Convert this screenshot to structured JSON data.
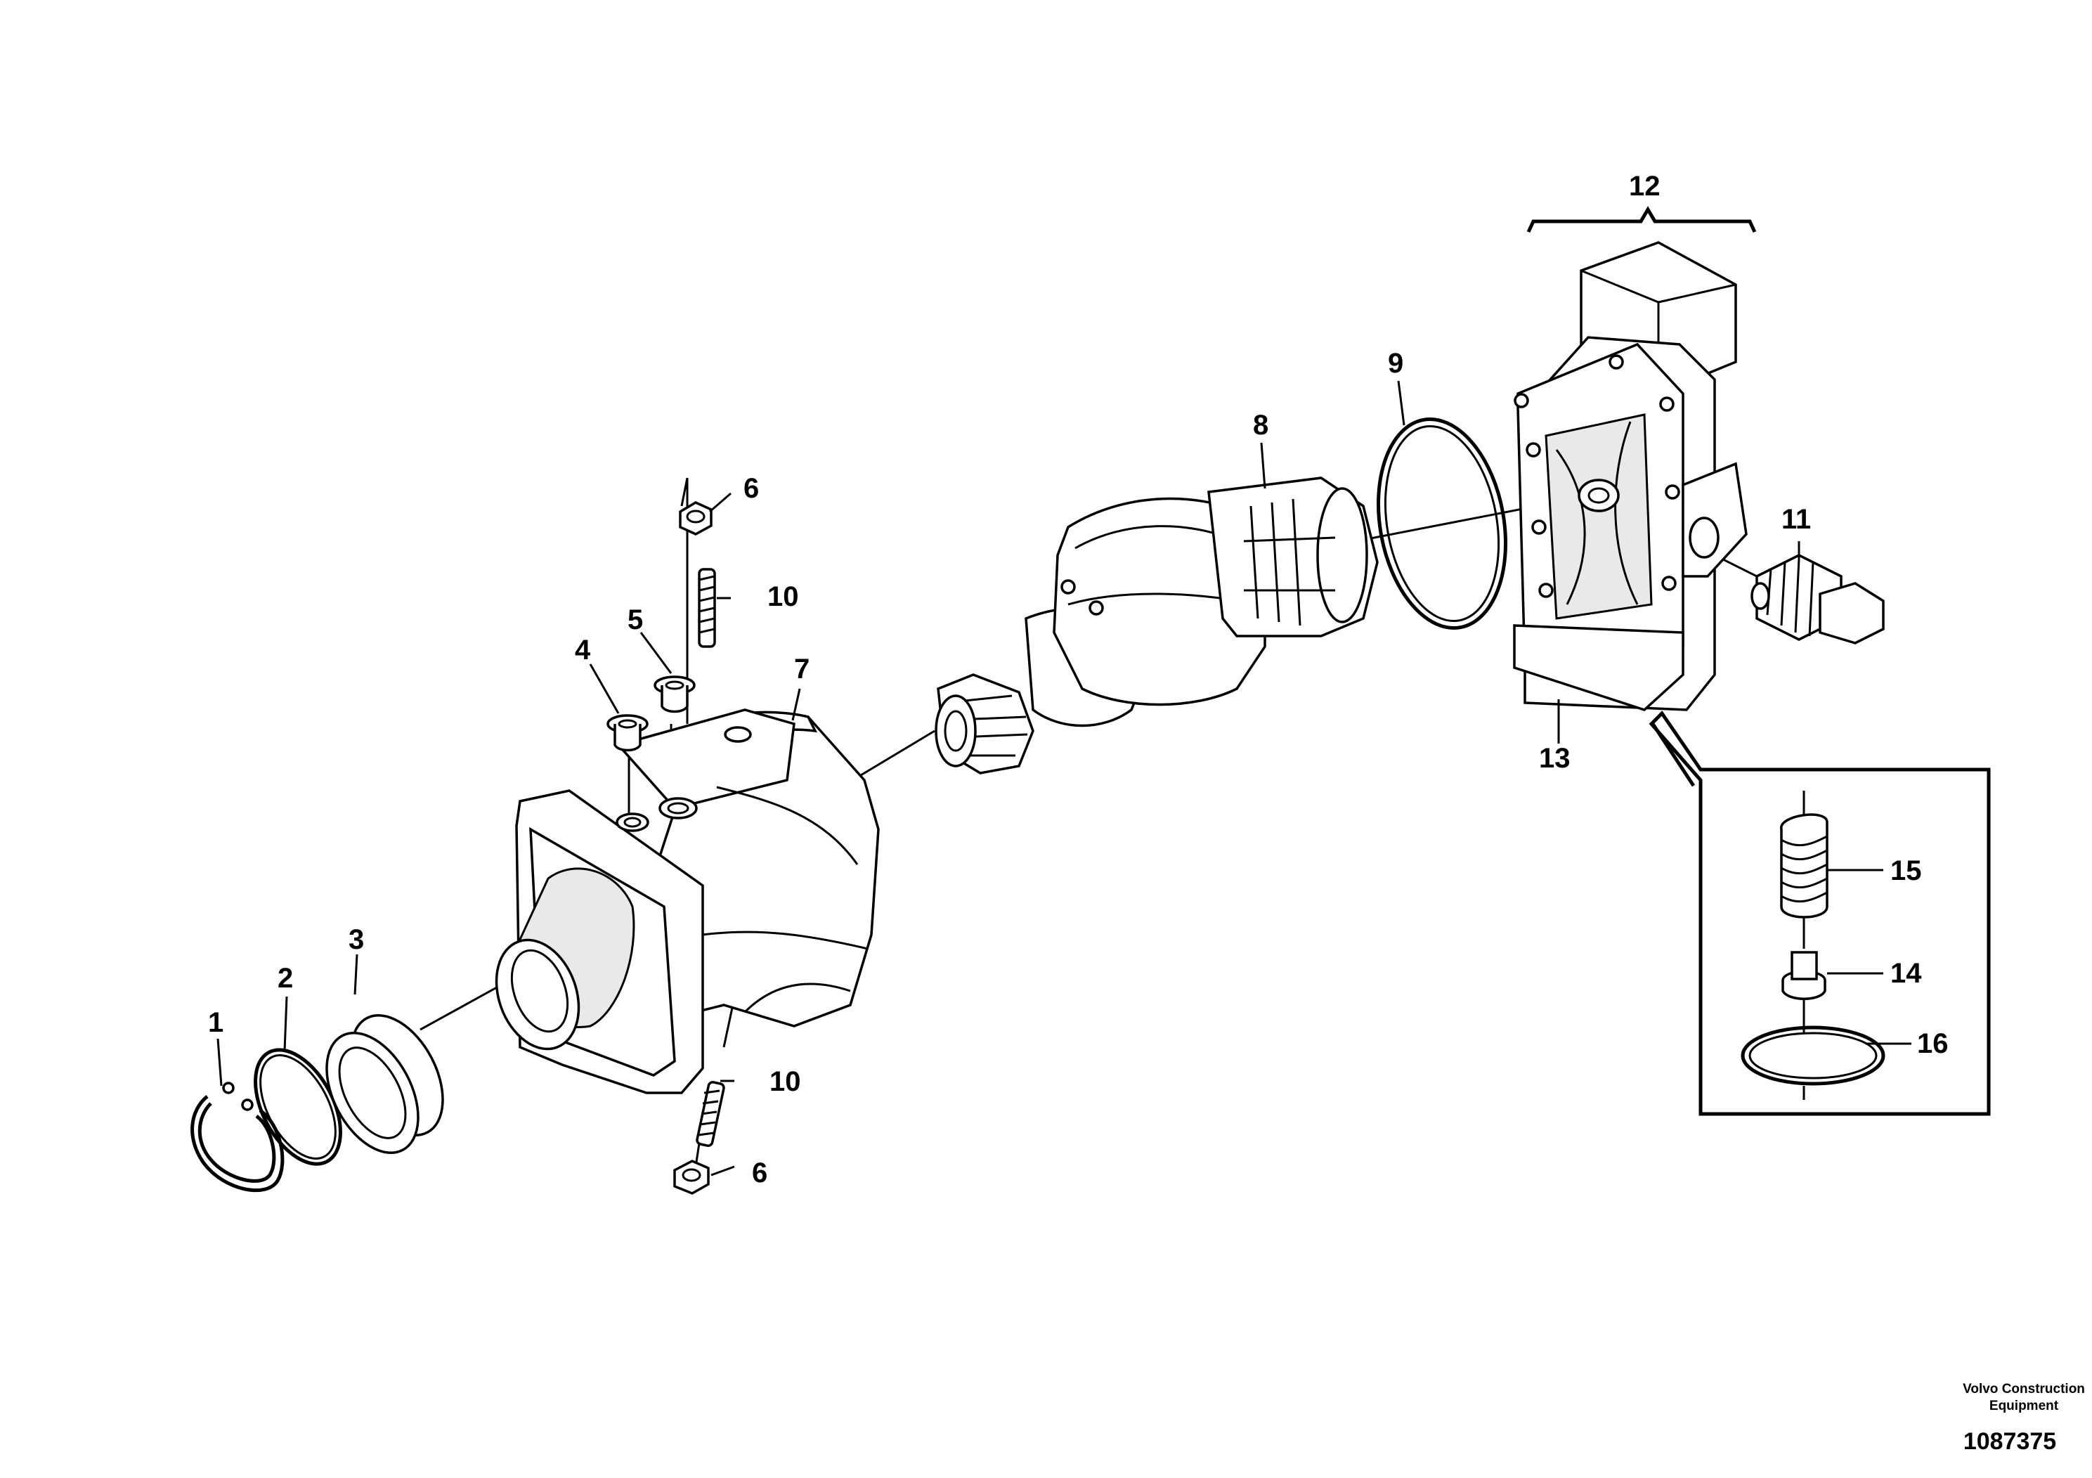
{
  "diagram": {
    "callouts": {
      "c1": "1",
      "c2": "2",
      "c3": "3",
      "c4": "4",
      "c5": "5",
      "c6_top": "6",
      "c6_bottom": "6",
      "c7": "7",
      "c8": "8",
      "c9": "9",
      "c10_top": "10",
      "c10_bottom": "10",
      "c11": "11",
      "c12": "12",
      "c13": "13",
      "c14": "14",
      "c15": "15",
      "c16": "16"
    },
    "footer": {
      "company_line1": "Volvo Construction",
      "company_line2": "Equipment",
      "drawing_number": "1087375"
    }
  }
}
